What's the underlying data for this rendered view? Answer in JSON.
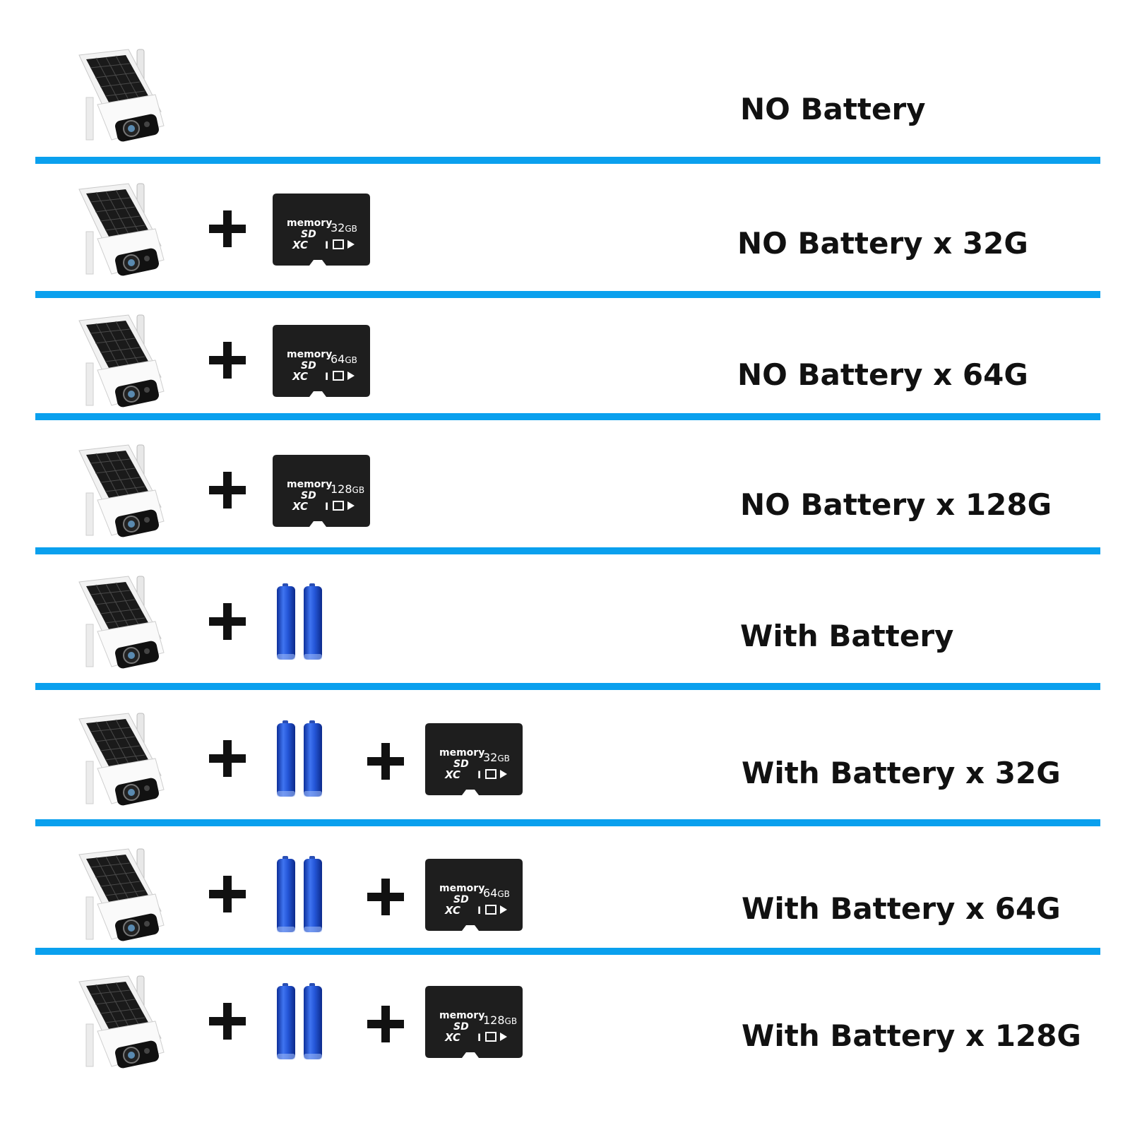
{
  "colors": {
    "divider": "#0aa0ee",
    "battery": "#1f4fc8",
    "sd_card": "#1e1e1e"
  },
  "sd_card_text": {
    "memory": "memory",
    "sd": "SD",
    "xc": "XC",
    "class": "I"
  },
  "rows": [
    {
      "label": "NO Battery",
      "battery": false,
      "sd": null
    },
    {
      "label": "NO Battery x 32G",
      "battery": false,
      "sd": {
        "capacity": "32",
        "unit": "GB"
      }
    },
    {
      "label": "NO Battery x 64G",
      "battery": false,
      "sd": {
        "capacity": "64",
        "unit": "GB"
      }
    },
    {
      "label": "NO Battery x 128G",
      "battery": false,
      "sd": {
        "capacity": "128",
        "unit": "GB"
      }
    },
    {
      "label": "With Battery",
      "battery": true,
      "sd": null
    },
    {
      "label": "With Battery x 32G",
      "battery": true,
      "sd": {
        "capacity": "32",
        "unit": "GB"
      }
    },
    {
      "label": "With Battery x 64G",
      "battery": true,
      "sd": {
        "capacity": "64",
        "unit": "GB"
      }
    },
    {
      "label": "With Battery x 128G",
      "battery": true,
      "sd": {
        "capacity": "128",
        "unit": "GB"
      }
    }
  ]
}
